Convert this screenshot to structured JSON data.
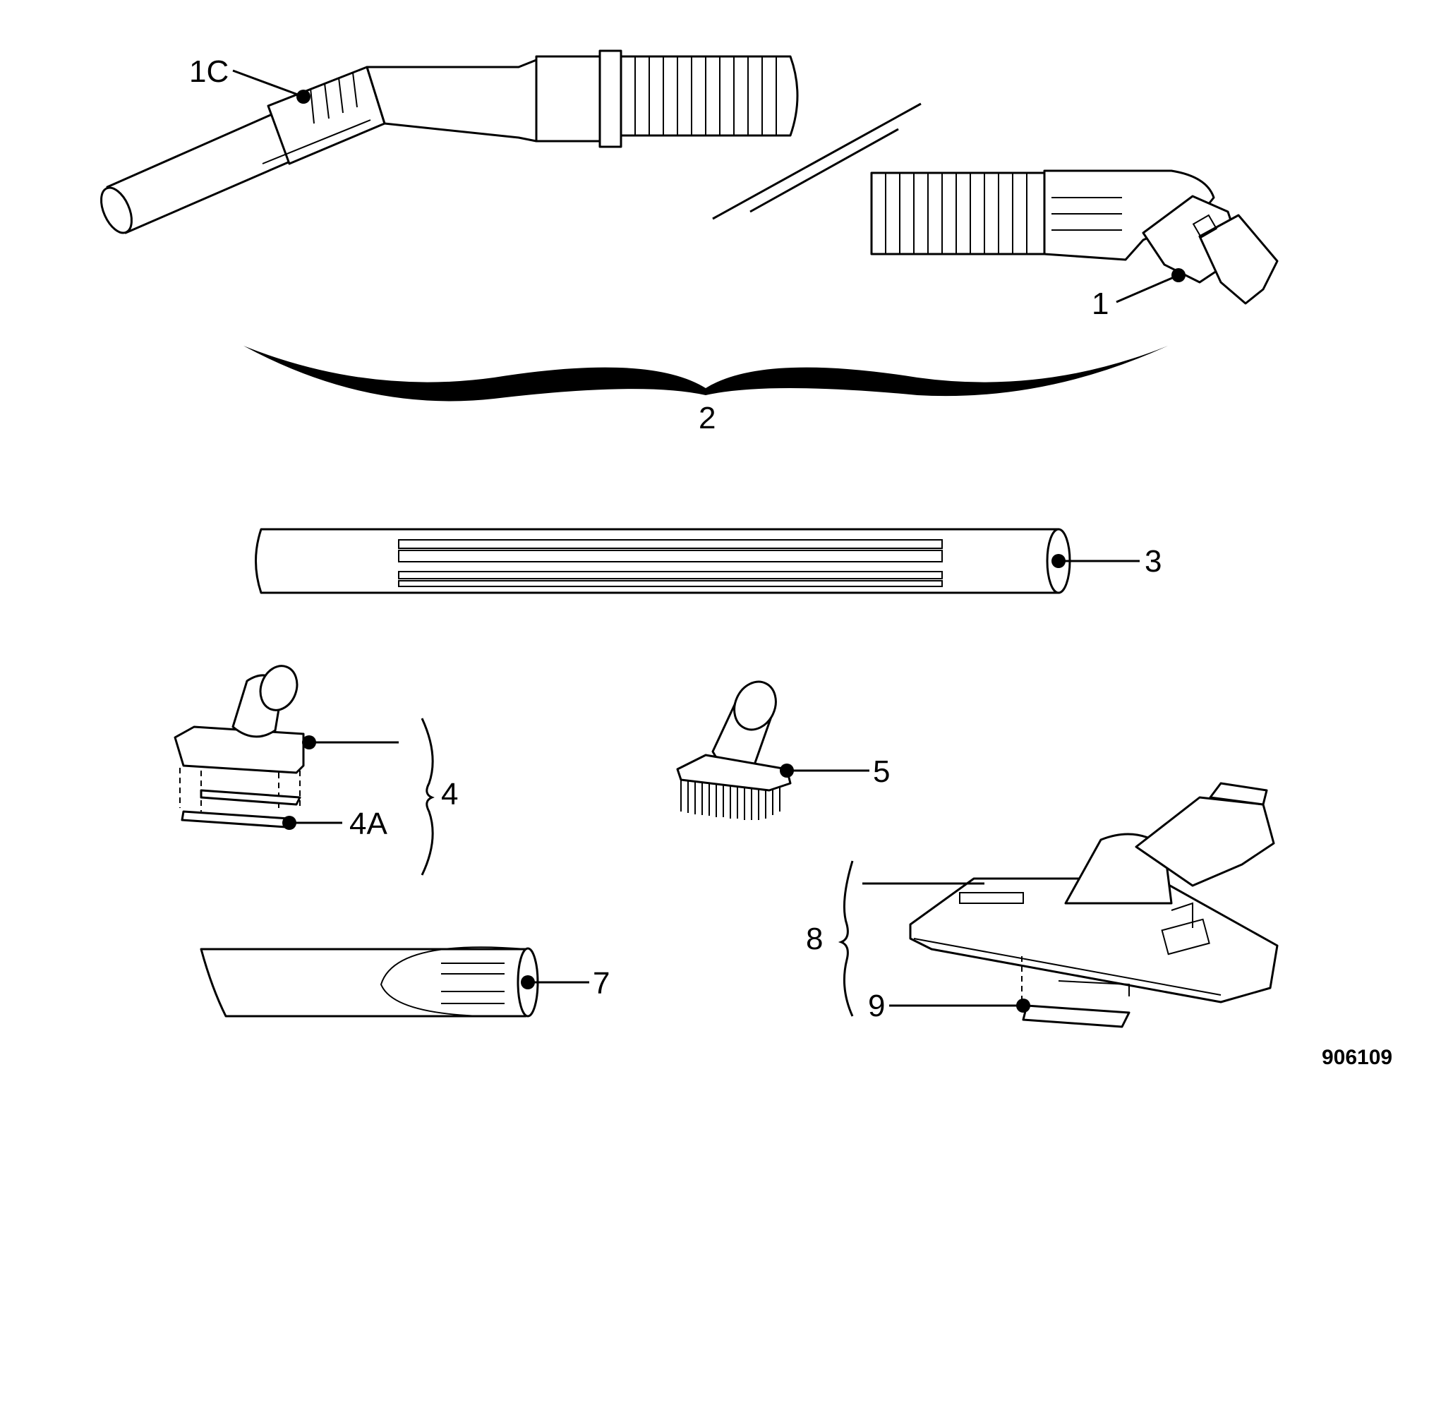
{
  "callouts": {
    "c1c": "1C",
    "c1": "1",
    "c2": "2",
    "c3": "3",
    "c4": "4",
    "c4a": "4A",
    "c5": "5",
    "c7": "7",
    "c8": "8",
    "c9": "9"
  },
  "figure_number": "906109"
}
